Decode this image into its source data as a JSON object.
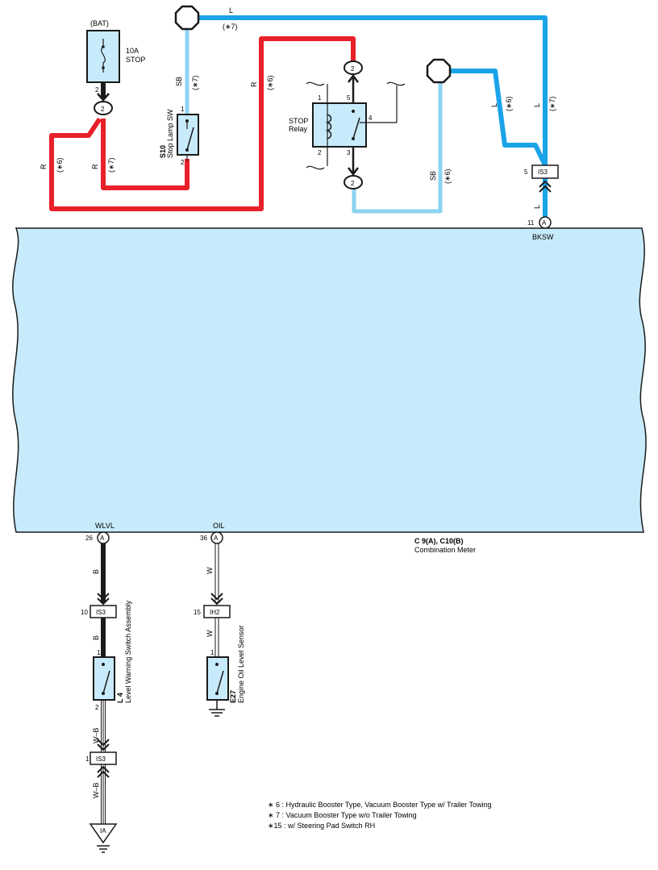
{
  "colors": {
    "red": "#e8202a",
    "sky_blue": "#8dd3f2",
    "blue": "#1aa3e8",
    "black": "#1a1a1a",
    "meter_fill": "#c8ebfb"
  },
  "fuse": {
    "source": "(BAT)",
    "rating": "10A",
    "name": "STOP",
    "pin": "2",
    "connector_pin": "2"
  },
  "stop_lamp_sw": {
    "code": "S10",
    "name": "Stop Lamp SW",
    "pin1": "1",
    "pin2": "2"
  },
  "stop_relay": {
    "name_line1": "STOP",
    "name_line2": "Relay",
    "pin1": "1",
    "pin2": "2",
    "pin3": "3",
    "pin4": "4",
    "pin5": "5",
    "conn_top": "2",
    "conn_bottom": "2"
  },
  "wires": {
    "sb": "SB",
    "l": "L",
    "r": "R",
    "b": "B",
    "w": "W",
    "wb": "W–B",
    "note6": "(∗6)",
    "note7": "(∗7)"
  },
  "is3_top": {
    "name": "IS3",
    "pin": "5"
  },
  "combination_meter": {
    "bksw": "BKSW",
    "bksw_pin": "11",
    "bksw_conn": "A",
    "wlvl": "WLVL",
    "wlvl_pin": "26",
    "wlvl_conn": "A",
    "oil": "OIL",
    "oil_pin": "36",
    "oil_conn": "A",
    "code": "C 9(A), C10(B)",
    "name": "Combination Meter"
  },
  "is3_mid": {
    "name": "IS3",
    "pin": "10"
  },
  "ih2": {
    "name": "IH2",
    "pin": "15"
  },
  "level_switch": {
    "code": "L 4",
    "name": "Level Warning Switch Assembly",
    "pin1": "1",
    "pin2": "2"
  },
  "oil_sensor": {
    "code": "E27",
    "name": "Engine Oil Level Sensor",
    "pin1": "1"
  },
  "is3_bottom": {
    "name": "IS3",
    "pin": "1"
  },
  "ground": {
    "name": "IA"
  },
  "notes": [
    "∗ 6 : Hydraulic Booster Type,  Vacuum Booster Type w/ Trailer Towing",
    "∗ 7 : Vacuum Booster Type w/o Trailer Towing",
    "∗15 : w/ Steering Pad Switch RH"
  ]
}
